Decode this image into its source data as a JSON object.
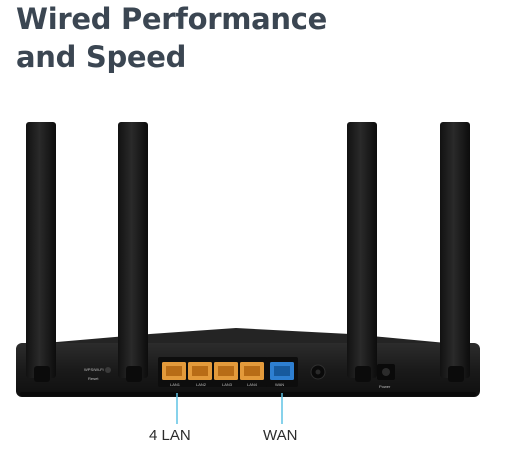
{
  "headline": {
    "line1": "Wired Performance",
    "line2": "and Speed"
  },
  "router": {
    "antenna_count": 4,
    "lan_port_count": 4,
    "lan_port_color": "#e39a3b",
    "wan_port_color": "#2e7fd1",
    "body_color": "#1b1b1b",
    "port_labels": {
      "lan1": "LAN1",
      "lan2": "LAN2",
      "lan3": "LAN3",
      "lan4": "LAN4",
      "wan": "WAN",
      "wps_reset_1": "WPS/Wi-Fi",
      "wps_reset_2": "Reset",
      "power": "Power"
    }
  },
  "callouts": {
    "lan": "4 LAN",
    "wan": "WAN",
    "line_color": "#5fc3e4"
  }
}
